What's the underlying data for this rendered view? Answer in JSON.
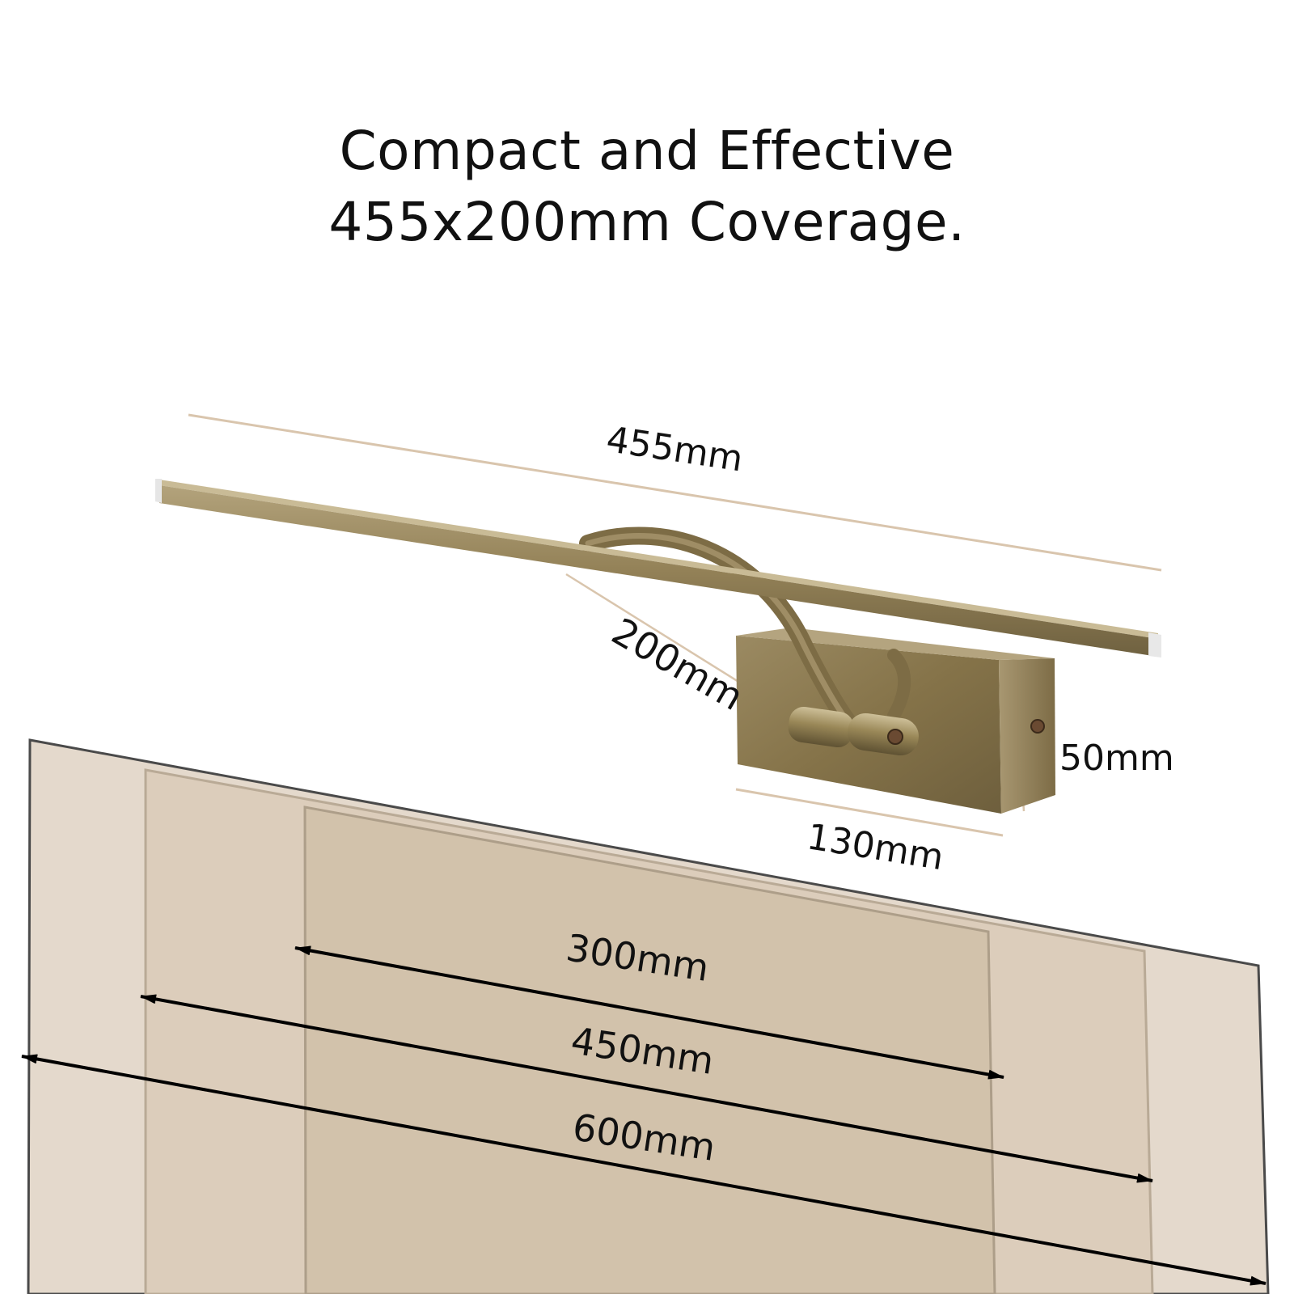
{
  "title": {
    "line1": "Compact and Effective",
    "line2": "455x200mm Coverage."
  },
  "lamp_dimensions": {
    "length": "455mm",
    "reach": "200mm",
    "base_width": "130mm",
    "base_height": "50mm"
  },
  "coverage_widths": {
    "inner": "300mm",
    "middle": "450mm",
    "outer": "600mm"
  },
  "colors": {
    "dimension_line": "#d9c5ad",
    "brass": "#8f7d54",
    "panel_outer": "#e4d9cc",
    "panel_middle": "#dccdbb",
    "panel_inner": "#d2c2ab",
    "arrow": "#000000"
  }
}
